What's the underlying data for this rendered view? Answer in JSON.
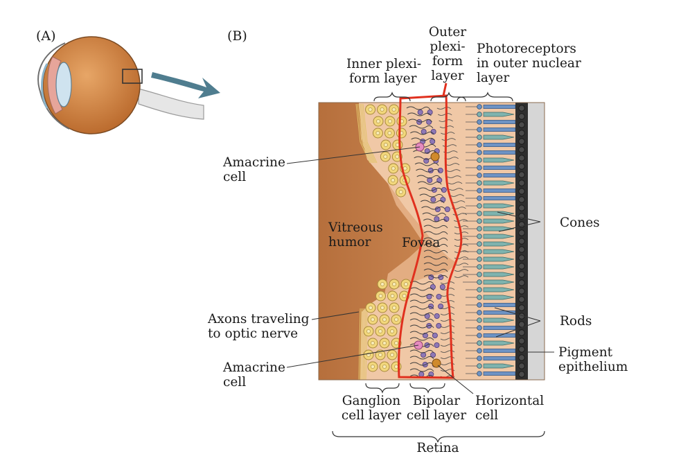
{
  "panels": {
    "a": "(A)",
    "b": "(B)"
  },
  "labels": {
    "outer_plexiform": [
      "Outer",
      "plexi-",
      "form",
      "layer"
    ],
    "inner_plexiform": [
      "Inner plexi-",
      "form layer"
    ],
    "photoreceptors": [
      "Photoreceptors",
      "in outer nuclear",
      "layer"
    ],
    "amacrine_top": [
      "Amacrine",
      "cell"
    ],
    "vitreous_humor": [
      "Vitreous",
      "humor"
    ],
    "fovea": "Fovea",
    "cones": "Cones",
    "axons": [
      "Axons traveling",
      "to optic nerve"
    ],
    "rods": "Rods",
    "pigment_epithelium": [
      "Pigment",
      "epithelium"
    ],
    "amacrine_bottom": [
      "Amacrine",
      "cell"
    ],
    "ganglion_cell_layer": [
      "Ganglion",
      "cell layer"
    ],
    "bipolar_cell_layer": [
      "Bipolar",
      "cell layer"
    ],
    "horizontal_cell": [
      "Horizontal",
      "cell"
    ],
    "retina": "Retina"
  },
  "colors": {
    "vitreous": "#c8814a",
    "fovea_pit": "#e3ad82",
    "retina_tissue": "#f0c8a6",
    "ganglion_cell": "#f2d77c",
    "bipolar_cell": "#8e78b6",
    "amacrine_cell": "#e58bbf",
    "horizontal_cell": "#d08a2c",
    "cone": "#7fb3ae",
    "rod": "#6e93c4",
    "pigment": "#2e2e2e",
    "choroid": "#d6d6d6",
    "annotation_outline": "#e0301e",
    "eyeball": "#c97b37",
    "arrow": "#4f7d8f"
  }
}
